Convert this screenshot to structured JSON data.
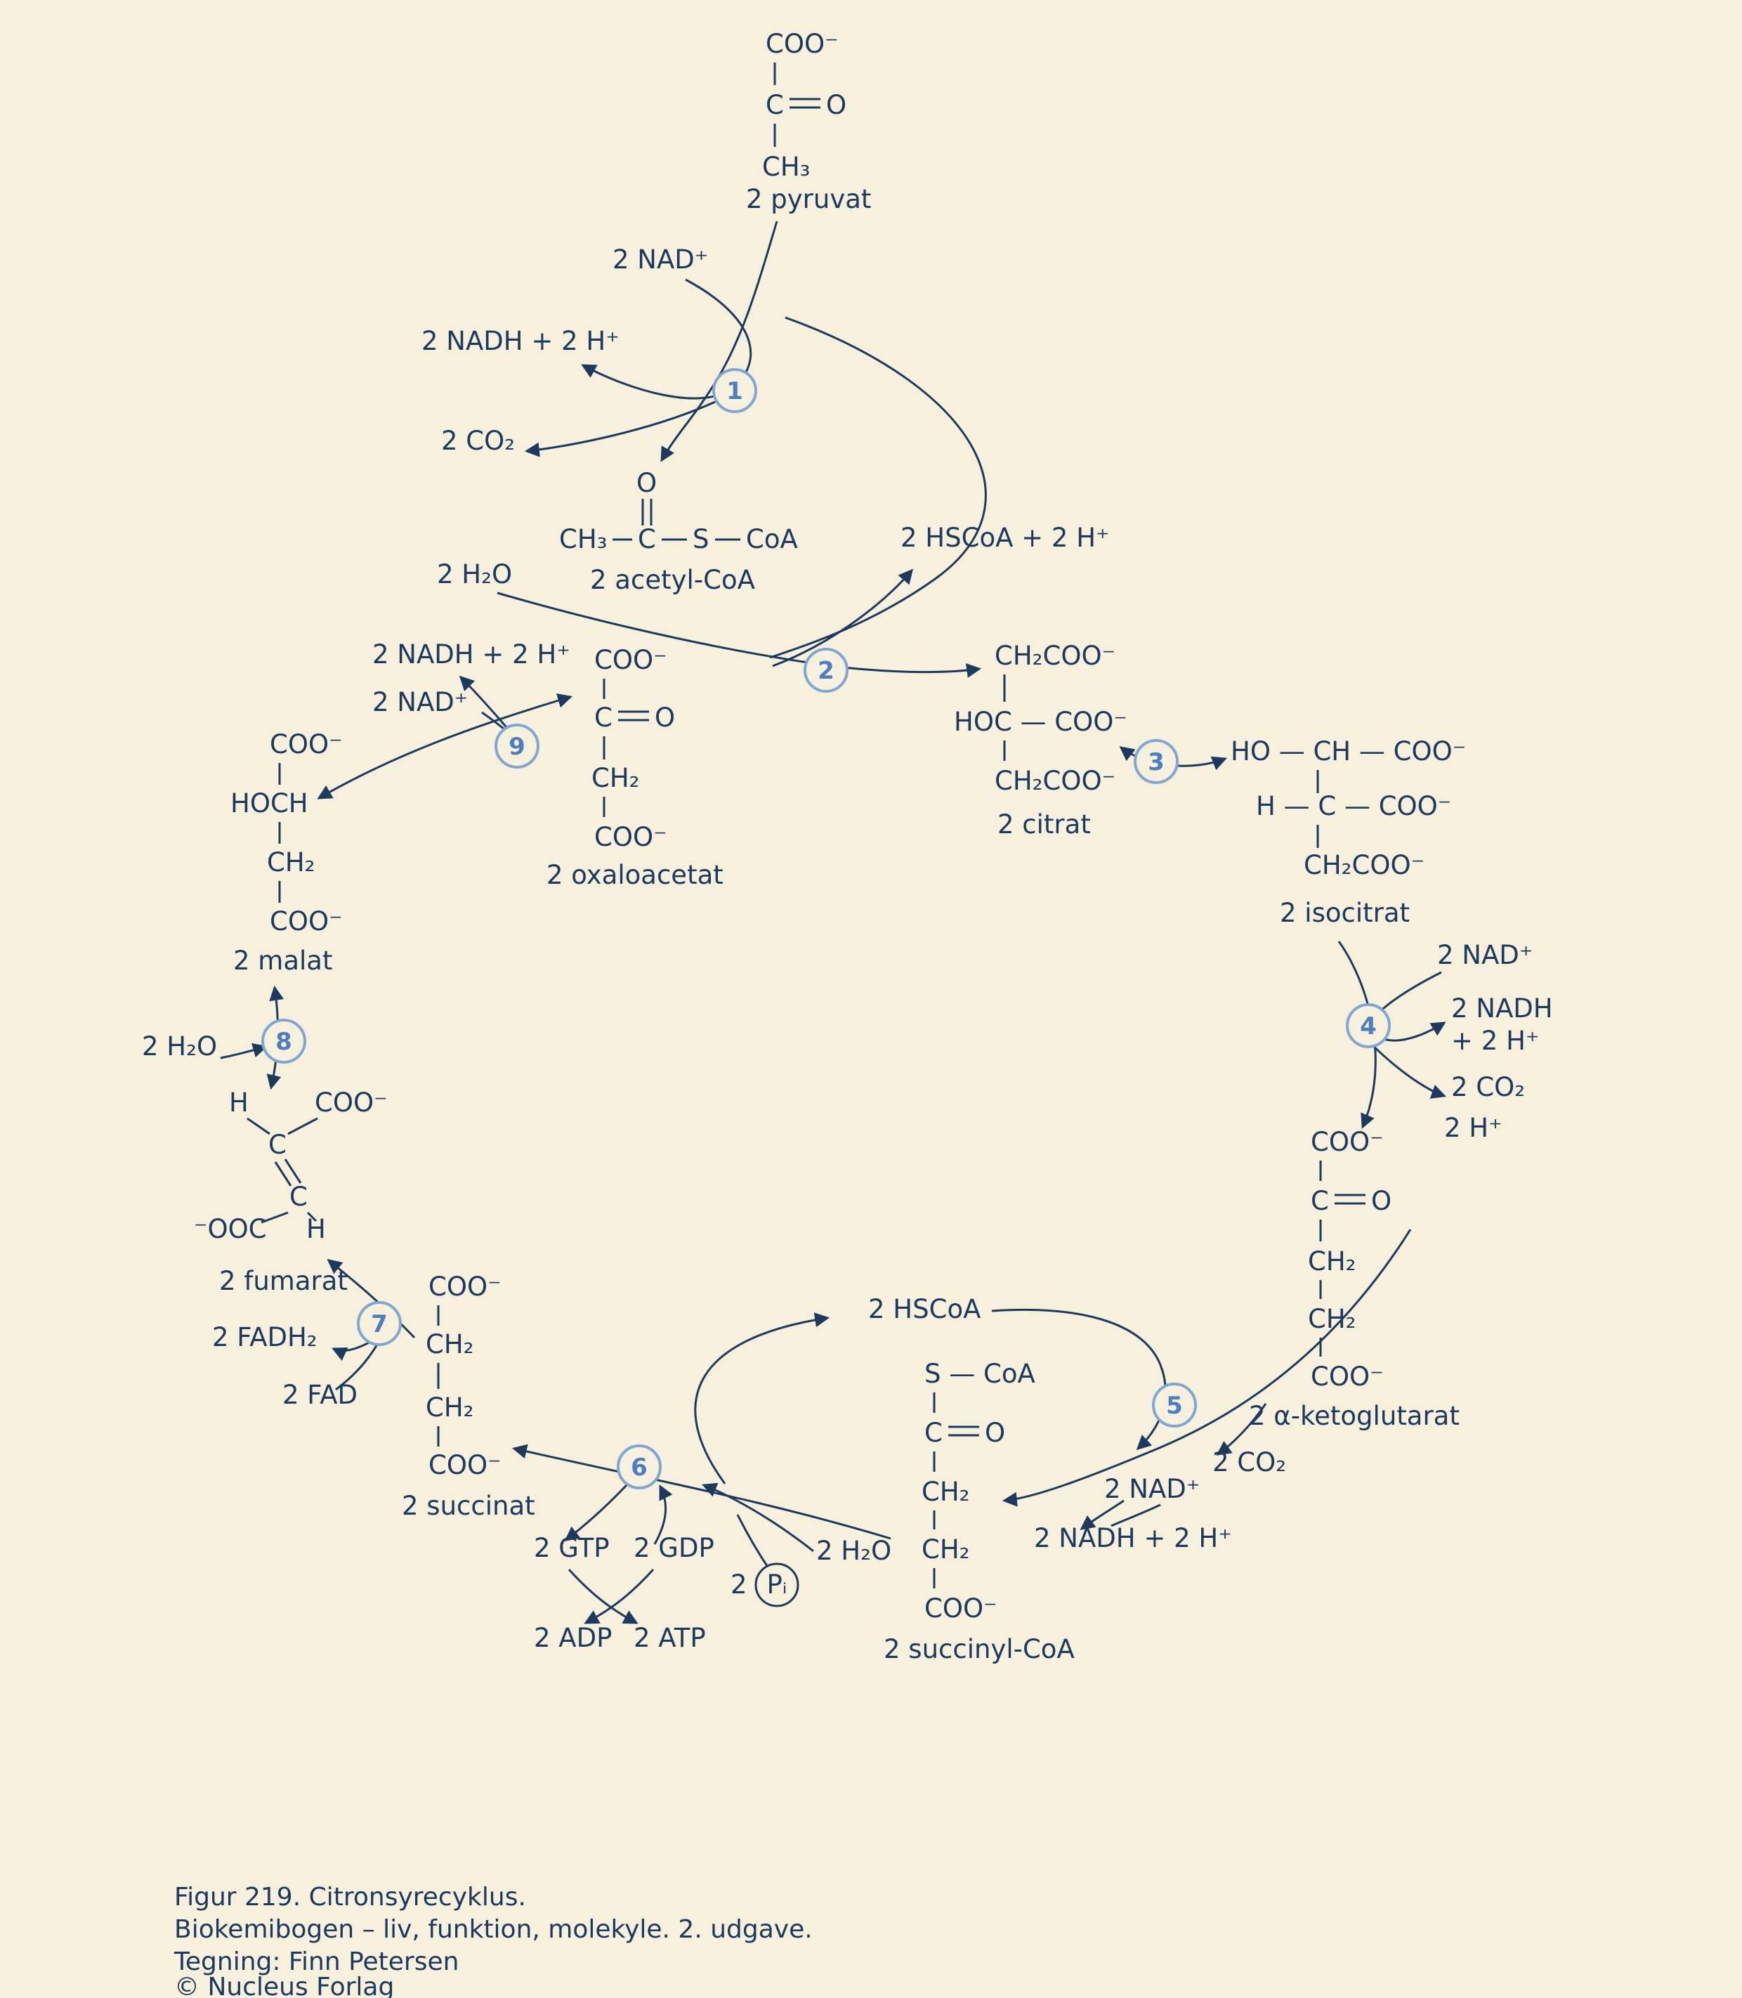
{
  "colors": {
    "background": "#f6f0dd",
    "ink": "#1c3a60",
    "circle_stroke": "#7fa7d4",
    "circle_text": "#4b7ec2"
  },
  "molecules": {
    "pyruvat": {
      "coo": "COO⁻",
      "c": "C",
      "o": "O",
      "ch3": "CH₃",
      "label": "2 pyruvat"
    },
    "acetylcoa": {
      "o": "O",
      "ch3": "CH₃",
      "c": "C",
      "s": "S",
      "coa": "CoA",
      "label": "2 acetyl-CoA"
    },
    "citrat": {
      "row1": "CH₂COO⁻",
      "row2": "HOC — COO⁻",
      "row3": "CH₂COO⁻",
      "label": "2 citrat"
    },
    "isocitrat": {
      "row1": "HO — CH — COO⁻",
      "row2": "H — C — COO⁻",
      "row3": "CH₂COO⁻",
      "label": "2 isocitrat"
    },
    "ketoglutarat": {
      "coo_top": "COO⁻",
      "c": "C",
      "o": "O",
      "ch2_a": "CH₂",
      "ch2_b": "CH₂",
      "coo_bottom": "COO⁻",
      "label": "2 α-ketoglutarat"
    },
    "succinylcoa": {
      "s_coa": "S — CoA",
      "c": "C",
      "o": "O",
      "ch2_a": "CH₂",
      "ch2_b": "CH₂",
      "coo": "COO⁻",
      "label": "2 succinyl-CoA"
    },
    "hscoa_recycle": {
      "label": "2 HSCoA"
    },
    "succinat": {
      "coo_top": "COO⁻",
      "ch2_a": "CH₂",
      "ch2_b": "CH₂",
      "coo_bottom": "COO⁻",
      "label": "2 succinat"
    },
    "fumarat": {
      "h_top": "H",
      "coo_top": "COO⁻",
      "c_top": "C",
      "c_bottom": "C",
      "ooc_bottom": "⁻OOC",
      "h_bottom": "H",
      "label": "2 fumarat"
    },
    "malat": {
      "coo_top": "COO⁻",
      "hoch": "HOCH",
      "ch2": "CH₂",
      "coo_bottom": "COO⁻",
      "label": "2 malat"
    },
    "oxaloacetat": {
      "coo_top": "COO⁻",
      "c": "C",
      "o": "O",
      "ch2": "CH₂",
      "coo_bottom": "COO⁻",
      "label": "2 oxaloacetat"
    }
  },
  "steps": {
    "s1": {
      "number": "1",
      "nad_in": "2 NAD⁺",
      "nadh_out": "2 NADH + 2 H⁺",
      "co2_out": "2 CO₂"
    },
    "s2": {
      "number": "2",
      "h2o_in": "2 H₂O",
      "hscoa_out": "2 HSCoA + 2 H⁺"
    },
    "s3": {
      "number": "3"
    },
    "s4": {
      "number": "4",
      "nad_in": "2 NAD⁺",
      "nadh_out_line1": "2 NADH",
      "nadh_out_line2": "+ 2 H⁺",
      "co2_out": "2 CO₂",
      "h_out": "2 H⁺"
    },
    "s5": {
      "number": "5",
      "co2_out": "2 CO₂",
      "nad_in": "2 NAD⁺",
      "nadh_out": "2 NADH + 2 H⁺"
    },
    "s6": {
      "number": "6",
      "gtp": "2 GTP",
      "gdp": "2 GDP",
      "pi_prefix": "2",
      "pi": "Pᵢ",
      "h2o_in": "2 H₂O",
      "adp": "2 ADP",
      "atp": "2 ATP"
    },
    "s7": {
      "number": "7",
      "fadh2_out": "2 FADH₂",
      "fad_in": "2 FAD"
    },
    "s8": {
      "number": "8",
      "h2o_in": "2 H₂O"
    },
    "s9": {
      "number": "9",
      "nadh_out": "2 NADH + 2 H⁺",
      "nad_in": "2 NAD⁺"
    }
  },
  "caption": {
    "line1": "Figur 219. Citronsyrecyklus.",
    "line2": "Biokemibogen – liv, funktion, molekyle. 2. udgave.",
    "line3": "Tegning: Finn Petersen",
    "line4": "© Nucleus Forlag"
  }
}
